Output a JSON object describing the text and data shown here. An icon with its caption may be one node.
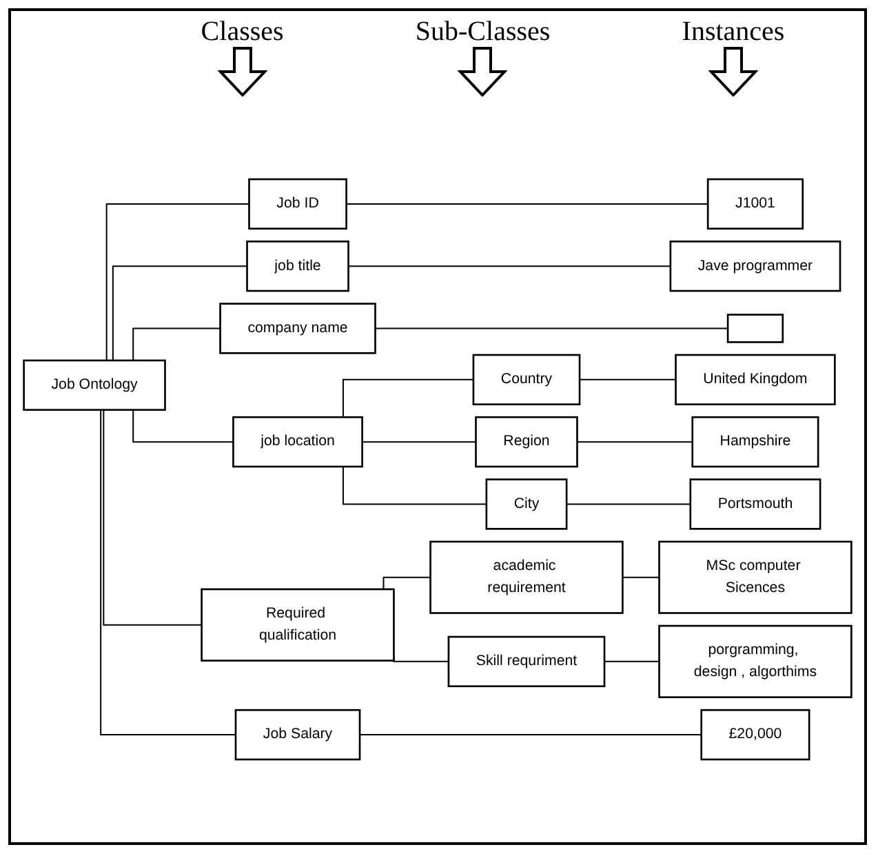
{
  "diagram": {
    "nodes": [
      {
        "text": [
          "Job Ontology"
        ]
      },
      {
        "text": [
          "Job ID"
        ]
      },
      {
        "text": [
          "J1001"
        ]
      },
      {
        "text": [
          "job title"
        ]
      },
      {
        "text": [
          "Jave programmer"
        ]
      },
      {
        "text": [
          "company name"
        ]
      },
      {
        "text": [],
        "shape": "box"
      },
      {
        "text": [
          "job location"
        ]
      },
      {
        "text": [
          "Country"
        ]
      },
      {
        "text": [
          "United Kingdom"
        ]
      },
      {
        "text": [
          "Region"
        ]
      },
      {
        "text": [
          "Hampshire"
        ]
      },
      {
        "text": [
          "City"
        ]
      },
      {
        "text": [
          "Portsmouth"
        ]
      },
      {
        "text": [
          "Required qualification"
        ]
      },
      {
        "text": [
          "academic requirement"
        ]
      },
      {
        "text": [
          "MSc computer Sicences"
        ]
      },
      {
        "text": [
          "Skill requriment"
        ]
      },
      {
        "text": [
          "porgramming, design , algorthims"
        ]
      },
      {
        "text": [
          "Job Salary"
        ]
      },
      {
        "text": [
          "£20,000"
        ]
      }
    ],
    "edges": [
      {
        "from": 0,
        "to": 1,
        "arrow": "none"
      },
      {
        "from": 0,
        "to": 3,
        "arrow": "none"
      },
      {
        "from": 0,
        "to": 5,
        "arrow": "none"
      },
      {
        "from": 0,
        "to": 7,
        "arrow": "none"
      },
      {
        "from": 0,
        "to": 14,
        "arrow": "none"
      },
      {
        "from": 0,
        "to": 19,
        "arrow": "none"
      },
      {
        "from": 1,
        "to": 2,
        "arrow": "none"
      },
      {
        "from": 3,
        "to": 4,
        "arrow": "none"
      },
      {
        "from": 5,
        "to": 6,
        "arrow": "none"
      },
      {
        "from": 7,
        "to": 8,
        "arrow": "none"
      },
      {
        "from": 7,
        "to": 10,
        "arrow": "none"
      },
      {
        "from": 7,
        "to": 12,
        "arrow": "none"
      },
      {
        "from": 8,
        "to": 9,
        "arrow": "none"
      },
      {
        "from": 10,
        "to": 11,
        "arrow": "none"
      },
      {
        "from": 12,
        "to": 13,
        "arrow": "none"
      },
      {
        "from": 14,
        "to": 15,
        "arrow": "none"
      },
      {
        "from": 14,
        "to": 17,
        "arrow": "none"
      },
      {
        "from": 15,
        "to": 16,
        "arrow": "none"
      },
      {
        "from": 17,
        "to": 18,
        "arrow": "none"
      },
      {
        "from": 19,
        "to": 20,
        "arrow": "none"
      }
    ],
    "labels": [
      "Classes",
      "Sub-Classes",
      "Instances"
    ]
  }
}
